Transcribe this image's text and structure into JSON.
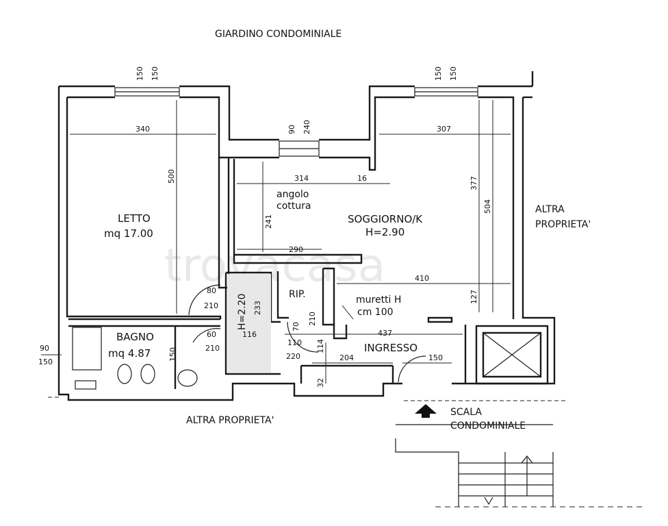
{
  "labels": {
    "top": "GIARDINO CONDOMINIALE",
    "bottom": "ALTRA PROPRIETA'",
    "right_1": "ALTRA",
    "right_2": "PROPRIETA'",
    "stair_1": "SCALA",
    "stair_2": "CONDOMINIALE",
    "watermark": "trovacasa"
  },
  "rooms": {
    "letto": {
      "name": "LETTO",
      "area": "mq  17.00"
    },
    "bagno": {
      "name": "BAGNO",
      "area": "mq  4.87"
    },
    "soggiorno": {
      "name": "SOGGIORNO/K",
      "height": "H=2.90"
    },
    "angolo_1": "angolo",
    "angolo_2": "cottura",
    "rip": "RIP.",
    "ingresso": "INGRESSO",
    "corridor_height": "H=2.20",
    "muretti_1": "muretti H",
    "muretti_2": "cm  100"
  },
  "dims": {
    "w1a": "150",
    "w1b": "150",
    "w2a": "150",
    "w2b": "150",
    "d340": "340",
    "d500": "500",
    "d90": "90",
    "d240": "240",
    "d307": "307",
    "d377": "377",
    "d504": "504",
    "d314": "314",
    "d16": "16",
    "d241": "241",
    "d290": "290",
    "d410": "410",
    "d127": "127",
    "d80": "80",
    "d210a": "210",
    "d233": "233",
    "d60": "60",
    "d210b": "210",
    "d116": "116",
    "d70": "70",
    "d210c": "210",
    "d110": "110",
    "d220": "220",
    "d437": "437",
    "d114": "114",
    "d204": "204",
    "d32": "32",
    "d150door": "150",
    "d150bath": "150",
    "d90w": "90",
    "d150w": "150"
  }
}
